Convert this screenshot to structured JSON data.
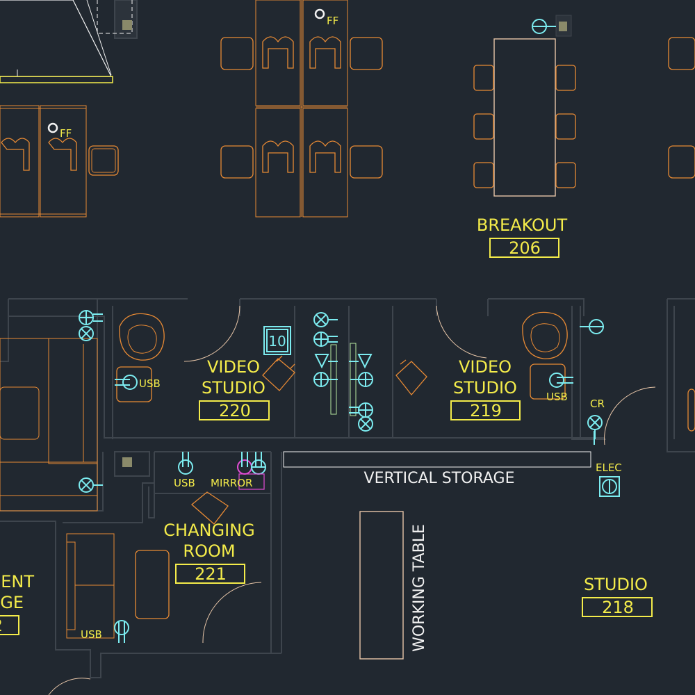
{
  "rooms": {
    "breakout": {
      "name": "BREAKOUT",
      "number": "206"
    },
    "video_220": {
      "name_line1": "VIDEO",
      "name_line2": "STUDIO",
      "number": "220"
    },
    "video_219": {
      "name_line1": "VIDEO",
      "name_line2": "STUDIO",
      "number": "219"
    },
    "changing": {
      "name_line1": "CHANGING",
      "name_line2": "ROOM",
      "number": "221"
    },
    "studio": {
      "name": "STUDIO",
      "number": "218"
    },
    "cut_left": {
      "line1": "ENT",
      "line2": "GE",
      "number": "2"
    }
  },
  "labels": {
    "vertical_storage": "VERTICAL STORAGE",
    "working_table": "WORKING TABLE",
    "ff_1": "FF",
    "ff_2": "FF",
    "usb_1": "USB",
    "usb_2": "USB",
    "usb_3": "USB",
    "usb_4": "USB",
    "mirror": "MIRROR",
    "cr": "CR",
    "elec": "ELEC",
    "tag_10": "10"
  },
  "colors": {
    "background": "#212830",
    "room_text": "#f4ec4a",
    "furniture": "#e88a34",
    "device": "#7cecf0",
    "wall": "#3e454d"
  }
}
